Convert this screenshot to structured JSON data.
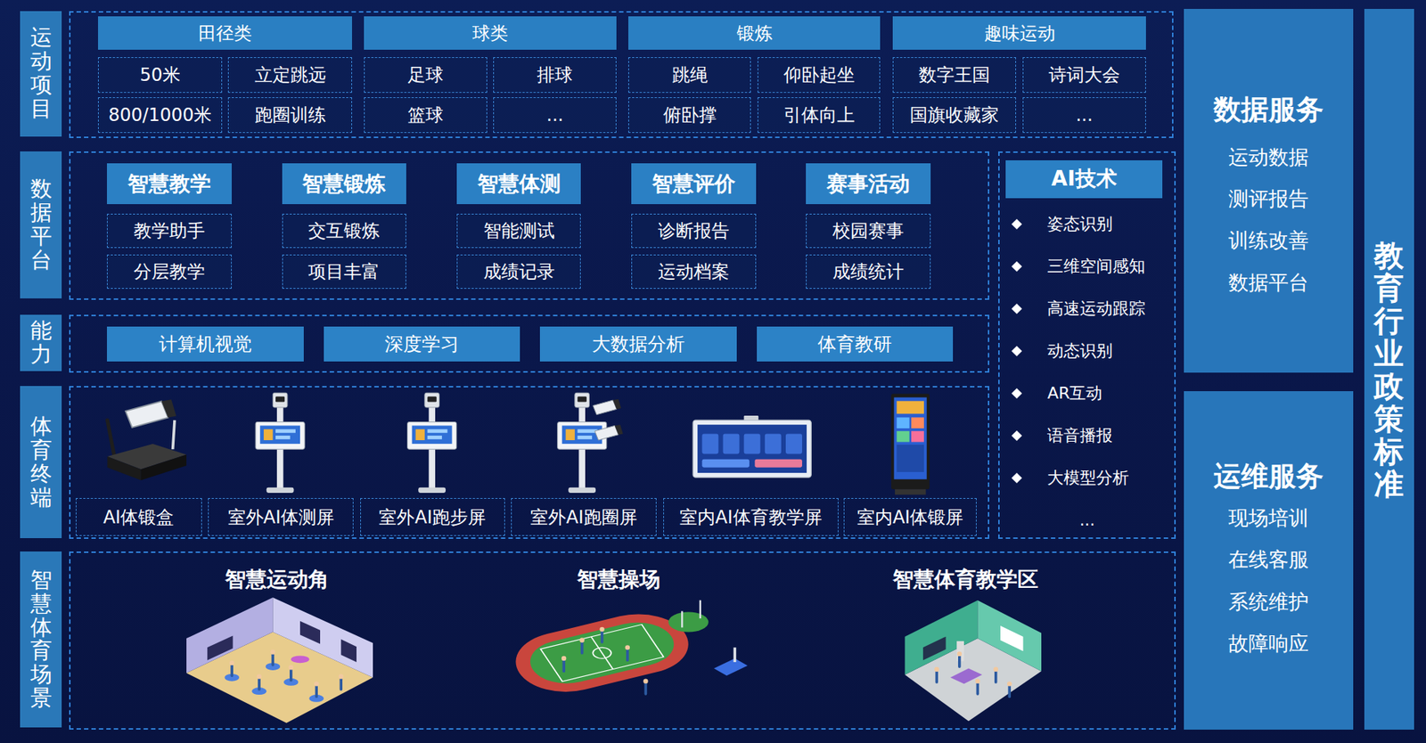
{
  "diagram": {
    "nodes": [
      {
        "text": [
          "运动项目"
        ]
      },
      {
        "text": [
          "田径类"
        ],
        "in": 0
      },
      {
        "text": [
          "50米"
        ],
        "in": 0
      },
      {
        "text": [
          "立定跳远"
        ],
        "in": 0
      },
      {
        "text": [
          "800/1000米"
        ],
        "in": 0
      },
      {
        "text": [
          "跑圈训练"
        ],
        "in": 0
      },
      {
        "text": [
          "球类"
        ],
        "in": 0
      },
      {
        "text": [
          "足球"
        ],
        "in": 0
      },
      {
        "text": [
          "排球"
        ],
        "in": 0
      },
      {
        "text": [
          "篮球"
        ],
        "in": 0
      },
      {
        "text": [
          "..."
        ],
        "in": 0
      },
      {
        "text": [
          "锻炼"
        ],
        "in": 0
      },
      {
        "text": [
          "跳绳"
        ],
        "in": 0
      },
      {
        "text": [
          "仰卧起坐"
        ],
        "in": 0
      },
      {
        "text": [
          "俯卧撑"
        ],
        "in": 0
      },
      {
        "text": [
          "引体向上"
        ],
        "in": 0
      },
      {
        "text": [
          "趣味运动"
        ],
        "in": 0
      },
      {
        "text": [
          "数字王国"
        ],
        "in": 0
      },
      {
        "text": [
          "诗词大会"
        ],
        "in": 0
      },
      {
        "text": [
          "国旗收藏家"
        ],
        "in": 0
      },
      {
        "text": [
          "..."
        ],
        "in": 0
      },
      {
        "text": [
          "数据平台"
        ]
      },
      {
        "text": [
          "智慧教学"
        ],
        "in": 21
      },
      {
        "text": [
          "教学助手"
        ],
        "in": 21
      },
      {
        "text": [
          "分层教学"
        ],
        "in": 21
      },
      {
        "text": [
          "智慧锻炼"
        ],
        "in": 21
      },
      {
        "text": [
          "交互锻炼"
        ],
        "in": 21
      },
      {
        "text": [
          "项目丰富"
        ],
        "in": 21
      },
      {
        "text": [
          "智慧体测"
        ],
        "in": 21
      },
      {
        "text": [
          "智能测试"
        ],
        "in": 21
      },
      {
        "text": [
          "成绩记录"
        ],
        "in": 21
      },
      {
        "text": [
          "智慧评价"
        ],
        "in": 21
      },
      {
        "text": [
          "诊断报告"
        ],
        "in": 21
      },
      {
        "text": [
          "运动档案"
        ],
        "in": 21
      },
      {
        "text": [
          "赛事活动"
        ],
        "in": 21
      },
      {
        "text": [
          "校园赛事"
        ],
        "in": 21
      },
      {
        "text": [
          "成绩统计"
        ],
        "in": 21
      },
      {
        "text": [
          "AI技术",
          "姿态识别",
          "三维空间感知",
          "高速运动跟踪",
          "动态识别",
          "AR互动",
          "语音播报",
          "大模型分析",
          "..."
        ]
      },
      {
        "text": [
          "能力"
        ]
      },
      {
        "text": [
          "计算机视觉"
        ],
        "in": 38
      },
      {
        "text": [
          "深度学习"
        ],
        "in": 38
      },
      {
        "text": [
          "大数据分析"
        ],
        "in": 38
      },
      {
        "text": [
          "体育教研"
        ],
        "in": 38
      },
      {
        "text": [
          "体育终端"
        ]
      },
      {
        "text": [
          "AI体锻盒"
        ],
        "in": 43
      },
      {
        "text": [
          "室外AI体测屏"
        ],
        "in": 43
      },
      {
        "text": [
          "室外AI跑步屏"
        ],
        "in": 43
      },
      {
        "text": [
          "室外AI跑圈屏"
        ],
        "in": 43
      },
      {
        "text": [
          "室内AI体育教学屏"
        ],
        "in": 43
      },
      {
        "text": [
          "室内AI体锻屏"
        ],
        "in": 43
      },
      {
        "text": [
          "智慧体育场景"
        ]
      },
      {
        "text": [
          "数据服务",
          "运动数据",
          "测评报告",
          "训练改善",
          "数据平台"
        ]
      },
      {
        "text": [
          "运维服务",
          "现场培训",
          "在线客服",
          "系统维护",
          "故障响应"
        ]
      },
      {
        "text": [
          "教育行业政策标准"
        ]
      }
    ],
    "labels": [
      "智慧运动角",
      "智慧操场",
      "智慧体育教学区"
    ]
  }
}
